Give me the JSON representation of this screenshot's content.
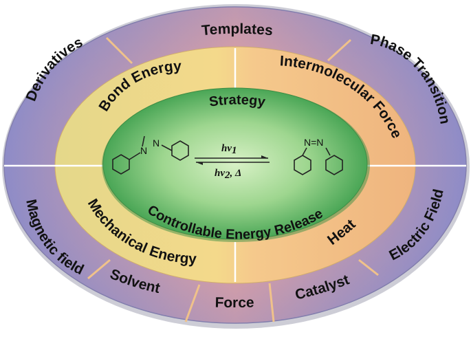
{
  "outer_ring": {
    "top": "Templates",
    "upper_left": "Derivatives",
    "upper_right": "Phase Transition",
    "lower_left": "Magnetic field",
    "lower_right": "Electric Field",
    "bottom_left": "Solvent",
    "bottom_center": "Force",
    "bottom_right": "Catalyst"
  },
  "middle_ring": {
    "upper_left": "Bond Energy",
    "upper_right": "Intermolecular Force",
    "lower_left": "Mechanical Energy",
    "lower_right": "Heat"
  },
  "inner": {
    "top": "Strategy",
    "bottom": "Controllable Energy Release"
  },
  "reaction": {
    "forward": "hv",
    "forward_sub": "1",
    "reverse": "hv",
    "reverse_sub": "2",
    "reverse_extra": ", Δ",
    "n_left_1": "N",
    "n_left_2": "N",
    "n_right": "N=N"
  },
  "colors": {
    "outer_fill": "#9a8fc6",
    "outer_top_fill": "#cf9aa8",
    "middle_fill": "#e9cf82",
    "middle_right_fill": "#f0bd84",
    "inner_fill": "#58b45f",
    "inner_glow": "#bfe6b0"
  }
}
